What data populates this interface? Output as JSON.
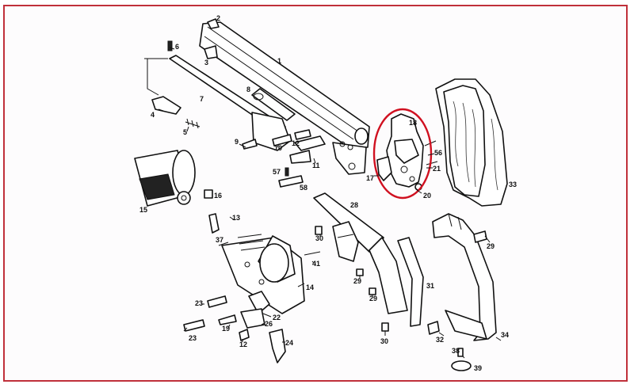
{
  "colors": {
    "frame_border": "#c0303a",
    "highlight": "#d01020",
    "ink": "#111111"
  },
  "labels": {
    "p1": "1",
    "p2": "2",
    "p3": "3",
    "p4": "4",
    "p5": "5",
    "p6": "6",
    "p7": "7",
    "p8": "8",
    "p9": "9",
    "p10": "10",
    "p11": "11",
    "p12": "12",
    "p12b": "12",
    "p13": "13",
    "p14": "14",
    "p15": "15",
    "p16": "16",
    "p17": "17",
    "p18": "18",
    "p19": "19",
    "p20": "20",
    "p21": "21",
    "p22": "22",
    "p23": "23",
    "p23b": "23",
    "p24": "24",
    "p26": "26",
    "p28": "28",
    "p29": "29",
    "p29b": "29",
    "p29c": "29",
    "p30": "30",
    "p30b": "30",
    "p31": "31",
    "p32": "32",
    "p33": "33",
    "p34": "34",
    "p37": "37",
    "p38": "38",
    "p39": "39",
    "p41": "41",
    "p56": "56",
    "p57": "57",
    "p58": "58"
  }
}
